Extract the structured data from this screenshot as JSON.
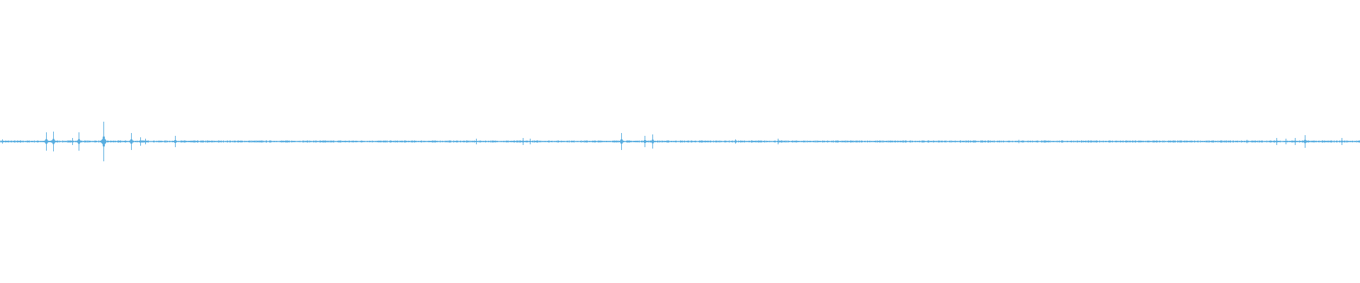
{
  "waveform": {
    "color": "#5aaee0",
    "sample_count": 1920,
    "amplitude_range": [
      -1,
      1
    ],
    "baseline_noise": 0.006,
    "peaks": [
      {
        "sample": 3,
        "amplitude": 0.015
      },
      {
        "sample": 65,
        "amplitude": 0.065
      },
      {
        "sample": 75,
        "amplitude": 0.07
      },
      {
        "sample": 102,
        "amplitude": 0.025
      },
      {
        "sample": 111,
        "amplitude": 0.065
      },
      {
        "sample": 146,
        "amplitude": 0.14
      },
      {
        "sample": 185,
        "amplitude": 0.06
      },
      {
        "sample": 198,
        "amplitude": 0.03
      },
      {
        "sample": 205,
        "amplitude": 0.02
      },
      {
        "sample": 247,
        "amplitude": 0.04
      },
      {
        "sample": 672,
        "amplitude": 0.02
      },
      {
        "sample": 738,
        "amplitude": 0.025
      },
      {
        "sample": 748,
        "amplitude": 0.02
      },
      {
        "sample": 877,
        "amplitude": 0.06
      },
      {
        "sample": 910,
        "amplitude": 0.04
      },
      {
        "sample": 921,
        "amplitude": 0.05
      },
      {
        "sample": 1038,
        "amplitude": 0.015
      },
      {
        "sample": 1098,
        "amplitude": 0.02
      },
      {
        "sample": 1438,
        "amplitude": 0.012
      },
      {
        "sample": 1760,
        "amplitude": 0.012
      },
      {
        "sample": 1802,
        "amplitude": 0.025
      },
      {
        "sample": 1815,
        "amplitude": 0.02
      },
      {
        "sample": 1828,
        "amplitude": 0.025
      },
      {
        "sample": 1842,
        "amplitude": 0.045
      },
      {
        "sample": 1894,
        "amplitude": 0.025
      }
    ]
  }
}
